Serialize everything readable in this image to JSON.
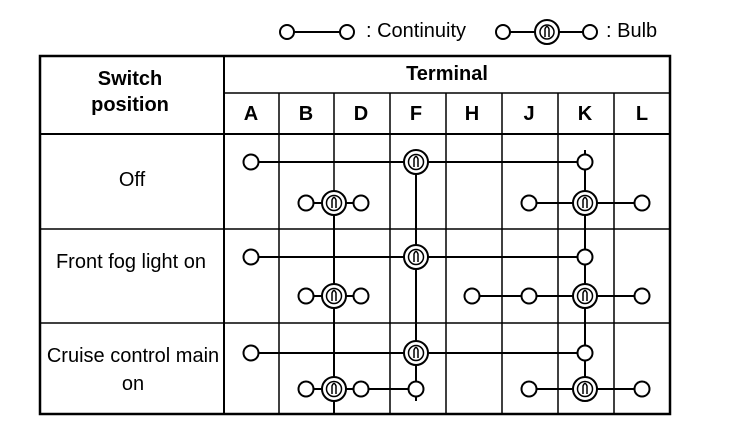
{
  "legend": {
    "continuity_label": ": Continuity",
    "bulb_label": ": Bulb"
  },
  "table": {
    "switch_header": "Switch position",
    "terminal_header": "Terminal",
    "terminals": [
      "A",
      "B",
      "D",
      "F",
      "H",
      "J",
      "K",
      "L"
    ],
    "rows": [
      {
        "label": "Off",
        "upper_circuit": {
          "from": "A",
          "to": "K",
          "bulb_at": "F"
        },
        "lower_circuits": [
          {
            "from": "B",
            "to": "D",
            "bulb_between": [
              "B",
              "D"
            ]
          },
          {
            "from": "J",
            "to": "L",
            "bulb_at": "K"
          }
        ]
      },
      {
        "label": "Front fog light on",
        "upper_circuit": {
          "from": "A",
          "to": "K",
          "bulb_at": "F"
        },
        "lower_circuits": [
          {
            "from": "B",
            "to": "D",
            "bulb_between": [
              "B",
              "D"
            ]
          },
          {
            "from": "H",
            "to": "L",
            "bulb_at": "K"
          }
        ]
      },
      {
        "label": "Cruise control main on",
        "upper_circuit": {
          "from": "A",
          "to": "K",
          "bulb_at": "F"
        },
        "lower_circuits": [
          {
            "from": "B",
            "to": "F",
            "bulb_between": [
              "B",
              "D"
            ]
          },
          {
            "from": "J",
            "to": "L",
            "bulb_at": "K"
          }
        ]
      }
    ]
  }
}
